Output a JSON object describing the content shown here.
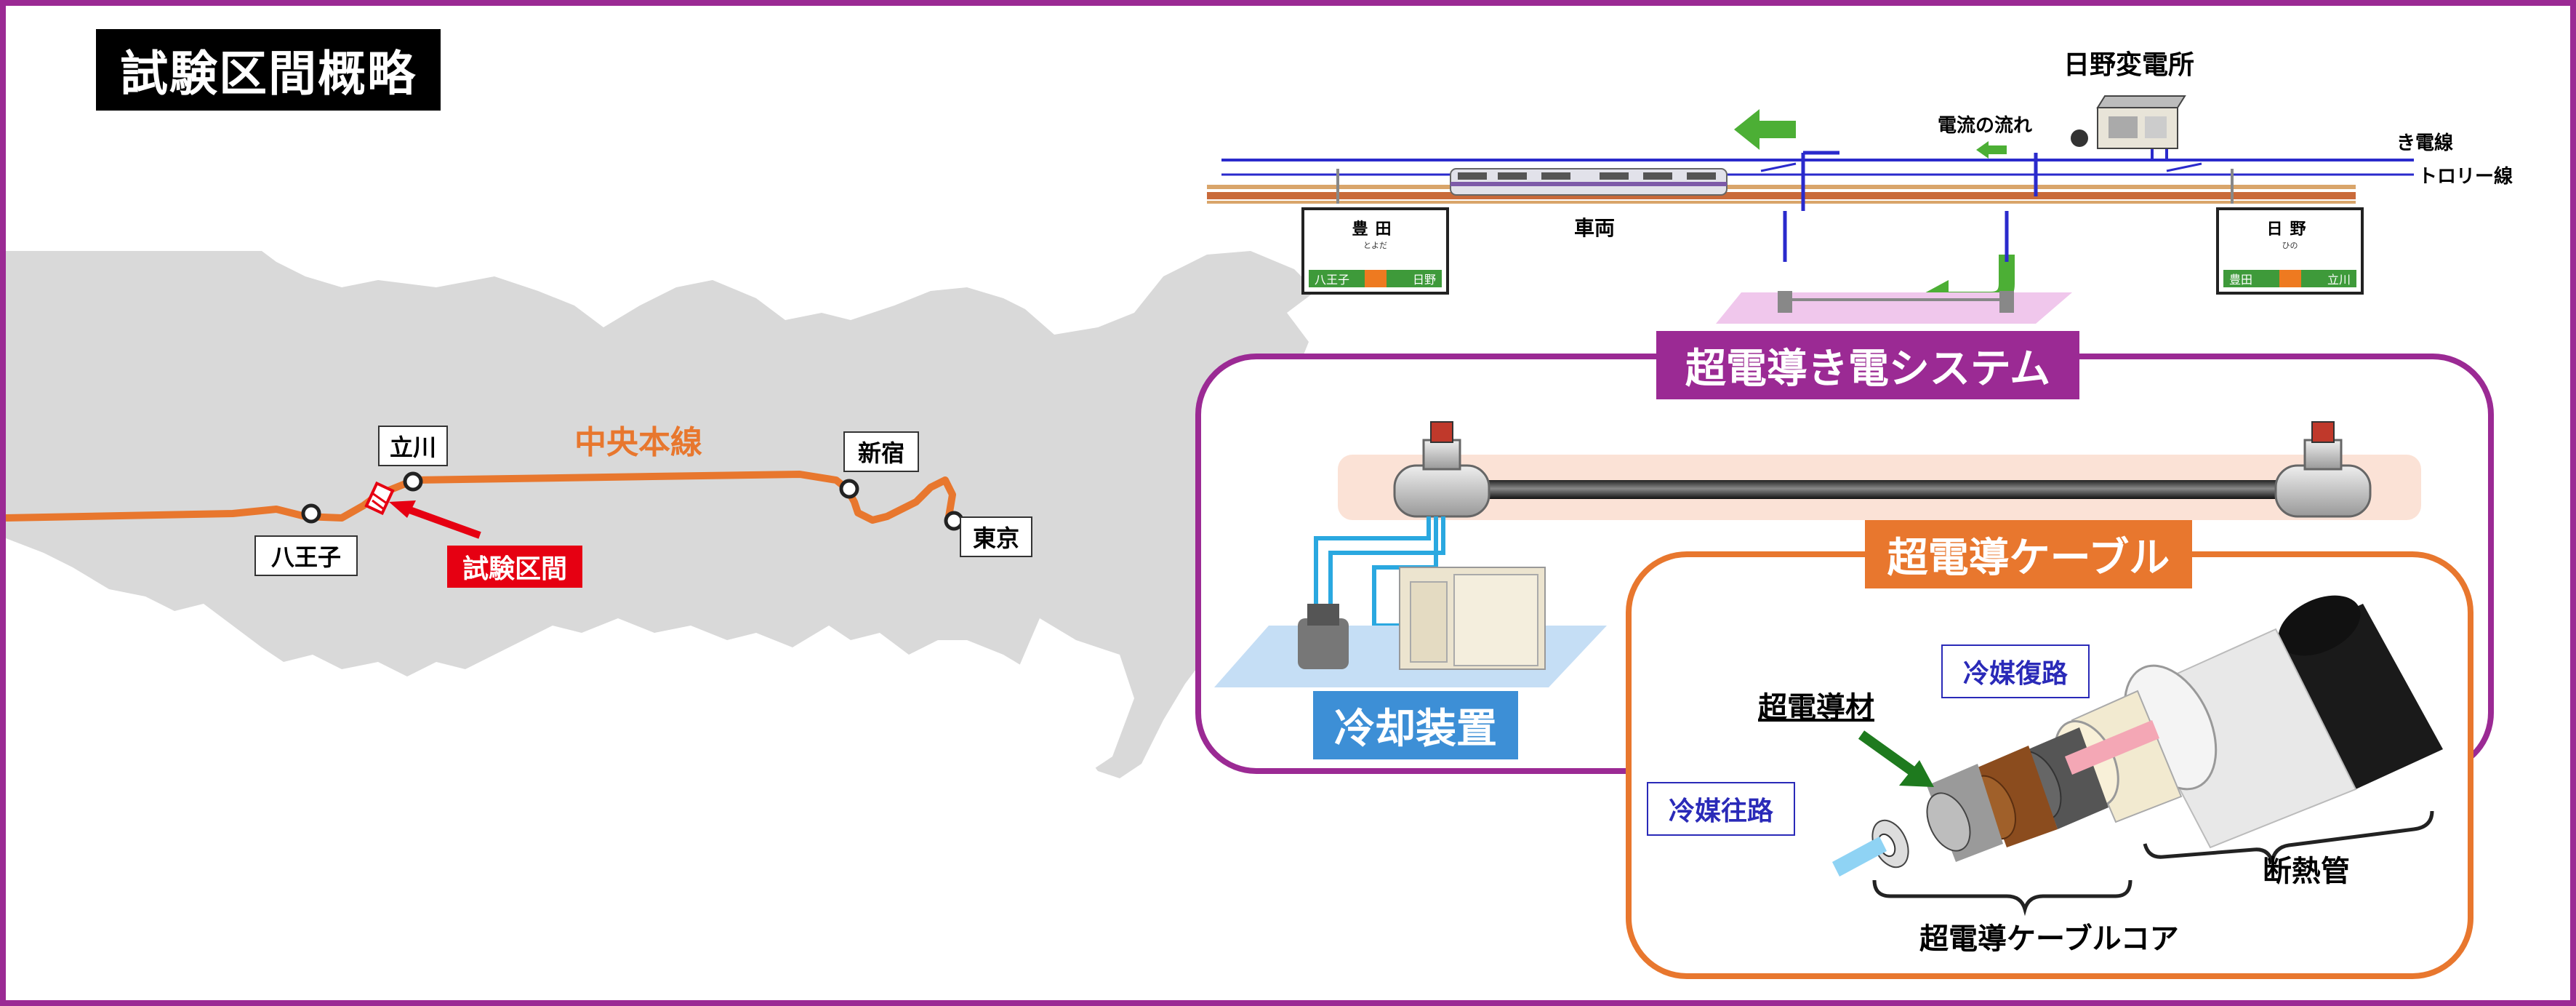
{
  "title": "試験区間概略",
  "map": {
    "line_name": "中央本線",
    "test_section_label": "試験区間",
    "stations": {
      "tachikawa": "立川",
      "hachioji": "八王子",
      "shinjuku": "新宿",
      "tokyo": "東京"
    }
  },
  "track": {
    "substation": "日野変電所",
    "current_flow": "電流の流れ",
    "feeder": "き電線",
    "trolley": "トロリー線",
    "vehicle": "車両",
    "station_toyoda": {
      "name": "豊田",
      "furigana": "とよだ",
      "left": "八王子",
      "right": "日野"
    },
    "station_hino": {
      "name": "日野",
      "furigana": "ひの",
      "left": "豊田",
      "right": "立川"
    }
  },
  "system": {
    "banner": "超電導き電システム",
    "cable_banner": "超電導ケーブル",
    "cooling_label": "冷却装置"
  },
  "cable": {
    "superconductor": "超電導材",
    "coolant_return": "冷媒復路",
    "coolant_supply": "冷媒往路",
    "insulation_pipe": "断熱管",
    "core": "超電導ケーブルコア"
  },
  "colors": {
    "frame": "#9b2a94",
    "orange": "#e8772e",
    "red": "#e60012",
    "blue_label": "#2a2ab8",
    "cooling": "#3d8fd6",
    "green": "#4caf35"
  }
}
